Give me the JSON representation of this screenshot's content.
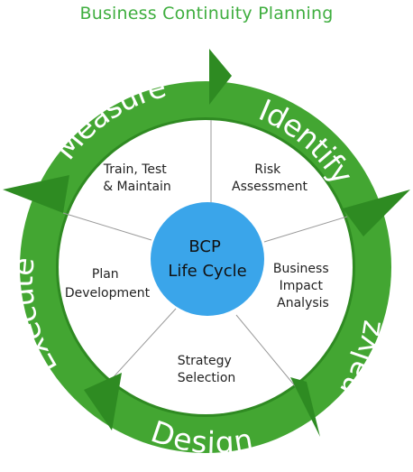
{
  "title": "Business Continuity Planning",
  "colors": {
    "ring": "#43a632",
    "ring_dark": "#2f8a22",
    "arrow": "#2e8b22",
    "hub": "#3aa5ea",
    "title": "#3fae3f"
  },
  "hub": {
    "line1": "BCP",
    "line2": "Life Cycle"
  },
  "phases": [
    {
      "label": "Identify"
    },
    {
      "label": "Analyze"
    },
    {
      "label": "Design"
    },
    {
      "label": "Execute"
    },
    {
      "label": "Measure"
    }
  ],
  "segments": [
    {
      "lines": [
        "Risk",
        "Assessment"
      ]
    },
    {
      "lines": [
        "Business",
        "Impact",
        "Analysis"
      ]
    },
    {
      "lines": [
        "Strategy",
        "Selection"
      ]
    },
    {
      "lines": [
        "Plan",
        "Development"
      ]
    },
    {
      "lines": [
        "Train, Test",
        "& Maintain"
      ]
    }
  ]
}
